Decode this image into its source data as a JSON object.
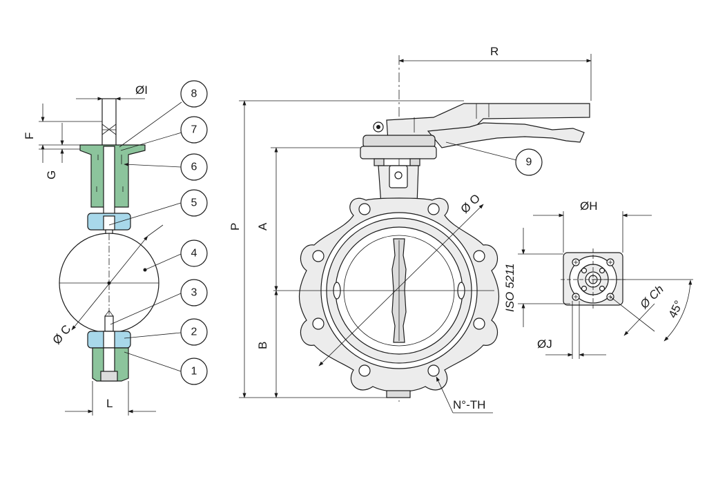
{
  "side_view": {
    "labels": {
      "bore": "ØI",
      "f": "F",
      "g": "G",
      "diameter_c": "Ø C",
      "length": "L"
    }
  },
  "front_view": {
    "labels": {
      "r": "R",
      "p": "P",
      "a": "A",
      "b": "B",
      "diameter_o": "Ø O",
      "holes": "N°-TH"
    }
  },
  "flange_view": {
    "labels": {
      "h": "ØH",
      "iso": "ISO 5211",
      "j": "ØJ",
      "ch": "Ø Ch",
      "angle": "45°"
    }
  },
  "callouts": [
    "1",
    "2",
    "3",
    "4",
    "5",
    "6",
    "7",
    "8",
    "9"
  ]
}
